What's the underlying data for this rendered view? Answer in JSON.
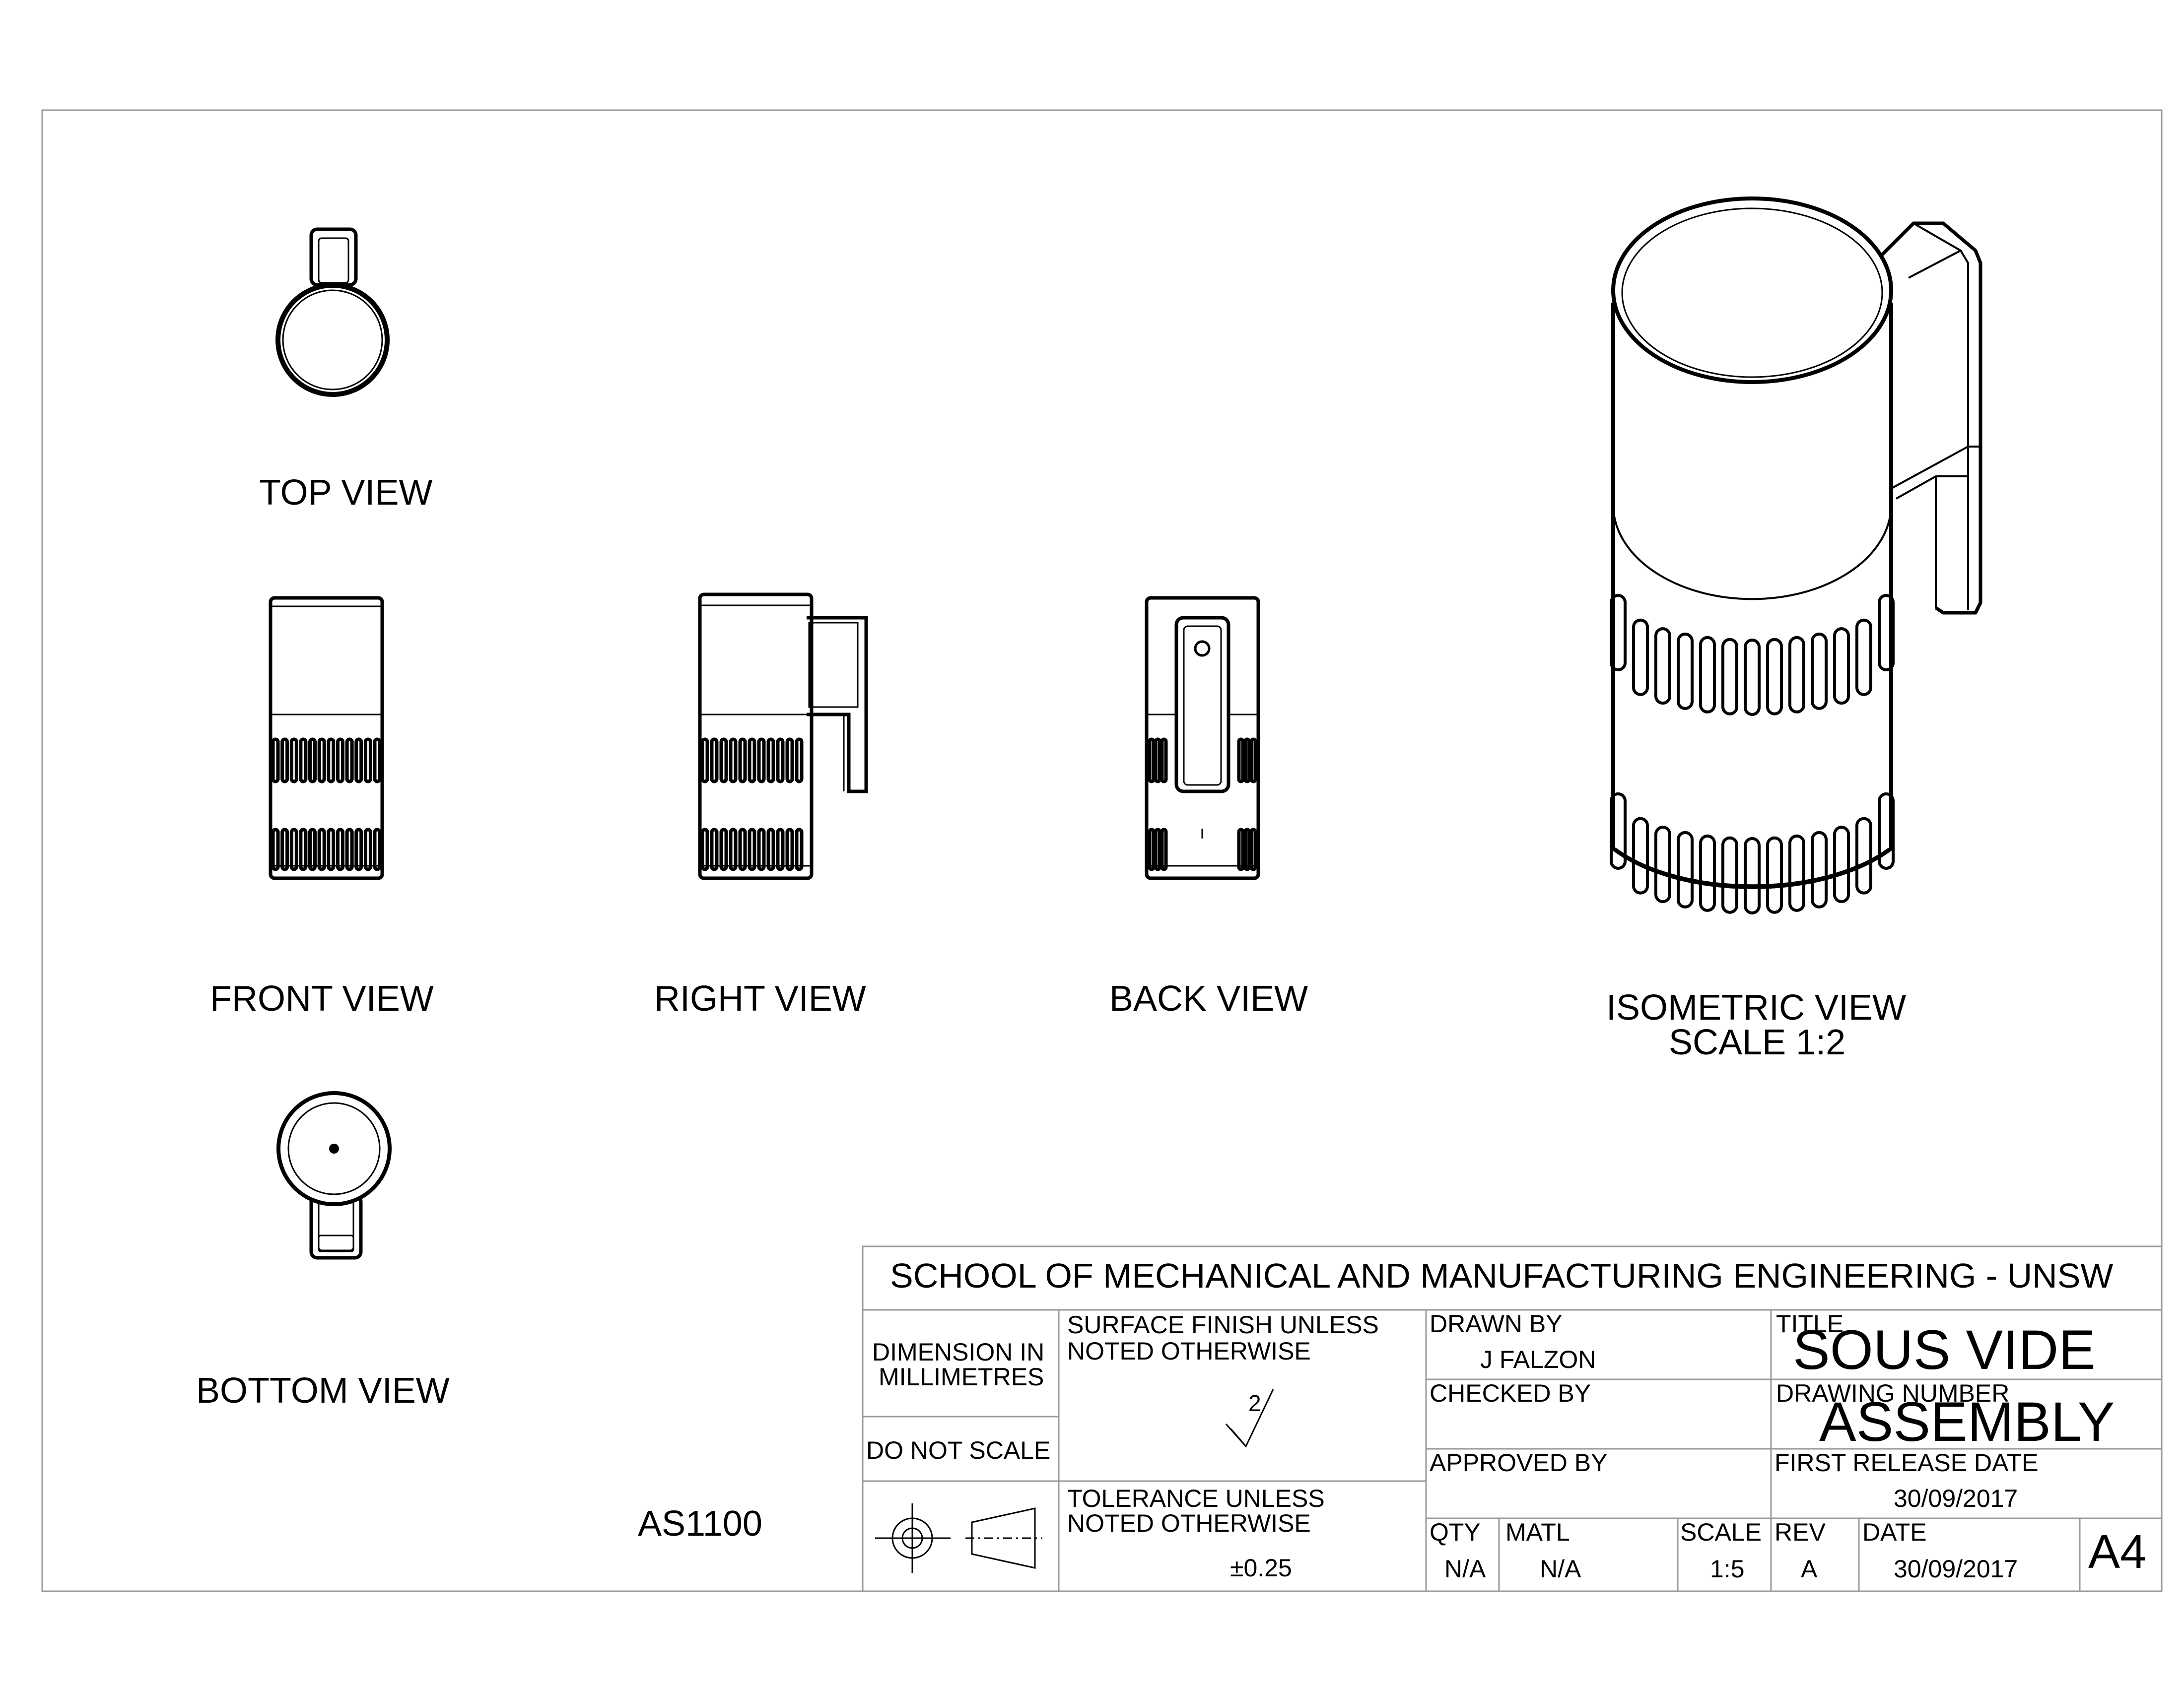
{
  "views": {
    "top": "TOP VIEW",
    "front": "FRONT VIEW",
    "right": "RIGHT VIEW",
    "back": "BACK VIEW",
    "bottom": "BOTTOM VIEW",
    "iso_line1": "ISOMETRIC VIEW",
    "iso_line2": "SCALE 1:2"
  },
  "standard": "AS1100",
  "title_block": {
    "school": "SCHOOL OF MECHANICAL AND MANUFACTURING ENGINEERING - UNSW",
    "dimension_line1": "DIMENSION IN",
    "dimension_line2": "MILLIMETRES",
    "do_not_scale": "DO NOT SCALE",
    "surface_finish_line1": "SURFACE FINISH UNLESS",
    "surface_finish_line2": "NOTED OTHERWISE",
    "surface_finish_value": "2",
    "tolerance_line1": "TOLERANCE UNLESS",
    "tolerance_line2": "NOTED OTHERWISE",
    "tolerance_value": "±0.25",
    "drawn_by_label": "DRAWN BY",
    "drawn_by_value": "J FALZON",
    "checked_by_label": "CHECKED BY",
    "approved_by_label": "APPROVED BY",
    "title_label": "TITLE",
    "title_value": "SOUS VIDE",
    "drawing_number_label": "DRAWING NUMBER",
    "drawing_number_value": "ASSEMBLY",
    "first_release_label": "FIRST RELEASE DATE",
    "first_release_value": "30/09/2017",
    "qty_label": "QTY",
    "qty_value": "N/A",
    "matl_label": "MATL",
    "matl_value": "N/A",
    "scale_label": "SCALE",
    "scale_value": "1:5",
    "rev_label": "REV",
    "rev_value": "A",
    "date_label": "DATE",
    "date_value": "30/09/2017",
    "sheet_size": "A4"
  }
}
